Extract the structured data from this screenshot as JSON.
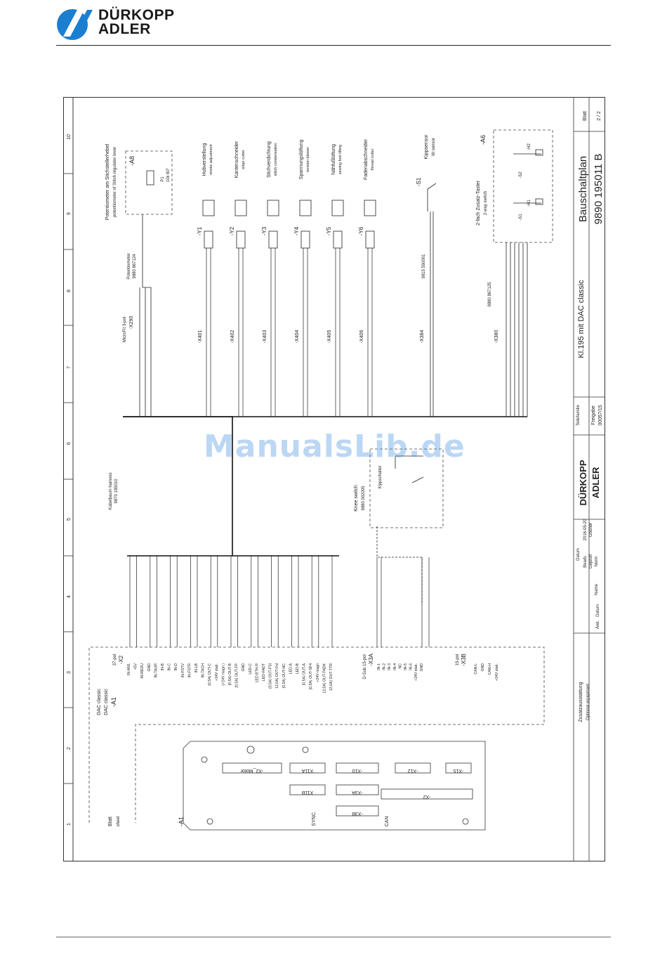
{
  "brand": {
    "line1": "DÜRKOPP",
    "line2": "ADLER",
    "color": "#1b7fd1"
  },
  "watermark": "ManualsLib.de",
  "title_block": {
    "title_de": "Bauschaltplan",
    "number": "9890 195011 B",
    "subject": "Kl.195 mit DAC classic",
    "blatt_label": "Blatt",
    "blatt_value": "2 / 2",
    "freigabe_label": "Freigabe",
    "freigabe_value": "00057/15",
    "teilefamilie": "Teilefamilie",
    "datum_label": "Datum",
    "datum_value": "2016-05-20",
    "bearb_label": "Bearb.",
    "bearb_value": "Gößner",
    "gepr_label": "Geprüft",
    "norm_label": "Norm",
    "name_label": "Name",
    "aend_label": "Änd.",
    "datum2_label": "Datum",
    "logo_line1": "DÜRKOPP",
    "logo_line2": "ADLER"
  },
  "grid_numbers": [
    "1",
    "2",
    "3",
    "4",
    "5",
    "6",
    "7",
    "8",
    "9",
    "10"
  ],
  "board": {
    "ref": "-A1",
    "connectors": [
      "-X2_Motor",
      "X11A",
      "-X10",
      "-X12",
      "-X15",
      "X11B",
      "-X3A",
      "-X2",
      "-X3B"
    ],
    "sync_label": "SYNC.",
    "can_label": "CAN",
    "blatt_arrow": "Blatt",
    "sheet_arrow": "sheet"
  },
  "dac": {
    "ref": "-A1",
    "name1": "DAC classic",
    "name2": "DAC classic",
    "x2_label": "-X2",
    "x2_type": "37-pol",
    "x3a_label": "-X3A",
    "x3a_type": "D-Sub 15-pol",
    "x3b_label": "-X3B",
    "x3b_type": "15-pol",
    "x2_pins": [
      "IN-AN1",
      "+5V",
      "IN-REDU",
      "GND",
      "IN-TAUR",
      "IN-B",
      "IN-C",
      "IN-D",
      "IN-FSTV",
      "IN-FSTR",
      "IN-LB",
      "IN-TACH",
      "(0,5A) OUT-C",
      "+24V stab.",
      "(+24V magn.)",
      "(0,5A) OUT-B",
      "(0,5A) OUT-FP",
      "GND",
      "LED-C",
      "LED BTH-R",
      "LED-FADT",
      "(0,5A) OUT-FSI",
      "12,0A) OUT-Fsl",
      "(0,5A) OUT-NC",
      "LED-A",
      "LED-B",
      "(0,5A) OUT-A",
      "(0,5A) OUT-SF4",
      "+24V magn",
      "12,0A) OUT-FADK",
      "12,0A) OUT-TTR"
    ],
    "x3a_pins": [
      "IN-1",
      "IN-2",
      "IN-3",
      "IN-4",
      "NC",
      "IN-5",
      "IN-6",
      "+24V stab.",
      "GND"
    ],
    "x3b_pins": [
      "CAN-L",
      "GND",
      "CAN-H",
      "+24V stab."
    ]
  },
  "harness": {
    "label": "Kabelbaum harness",
    "number": "9870 195010"
  },
  "knee": {
    "title": "Knee switch",
    "number": "9880 002005",
    "switch_label": "Kippschalter"
  },
  "potentiometer": {
    "title_de": "Potentiometer am Stichstellerhebel",
    "title_en": "potentiometer of Stitch regulator lever",
    "ref": "-A8",
    "part": "P1",
    "value": "10k 60°",
    "cable_label": "Potentiometer",
    "cable_number": "9880 867124",
    "connector": "-X290",
    "connector_type": "MicroFit 3-pol"
  },
  "valves": [
    {
      "ref": "-Y1",
      "de": "Hubverstellung",
      "en": "stroke adjustment",
      "conn": "-X401"
    },
    {
      "ref": "-Y2",
      "de": "Kantenschneider",
      "en": "edge cutter",
      "conn": "-X402"
    },
    {
      "ref": "-Y3",
      "de": "Stichverdichtung",
      "en": "stitch condensation",
      "conn": "-X403"
    },
    {
      "ref": "-Y4",
      "de": "Spannungslüftung",
      "en": "tension blower",
      "conn": "-X404"
    },
    {
      "ref": "-Y5",
      "de": "Nähfußlüftung",
      "en": "sewing foot lifting",
      "conn": "-X405"
    },
    {
      "ref": "-Y6",
      "de": "Fadenabschneider",
      "en": "thread cutter",
      "conn": "-X406"
    }
  ],
  "tilt": {
    "ref": "-S1",
    "de": "Kippsensor",
    "en": "tilt sensor",
    "number": "9815 550001",
    "connector": "-X384"
  },
  "twoway": {
    "ref": "-A6",
    "de": "2-fach Zusatz-Taster",
    "en": "2-way switch",
    "number": "9880 867125",
    "connector": "-X380",
    "parts": [
      "-S1",
      "-S2",
      "-H1",
      "-H2"
    ]
  },
  "optional": {
    "de": "Zusatzausstattung",
    "en": "Optional equipment"
  }
}
